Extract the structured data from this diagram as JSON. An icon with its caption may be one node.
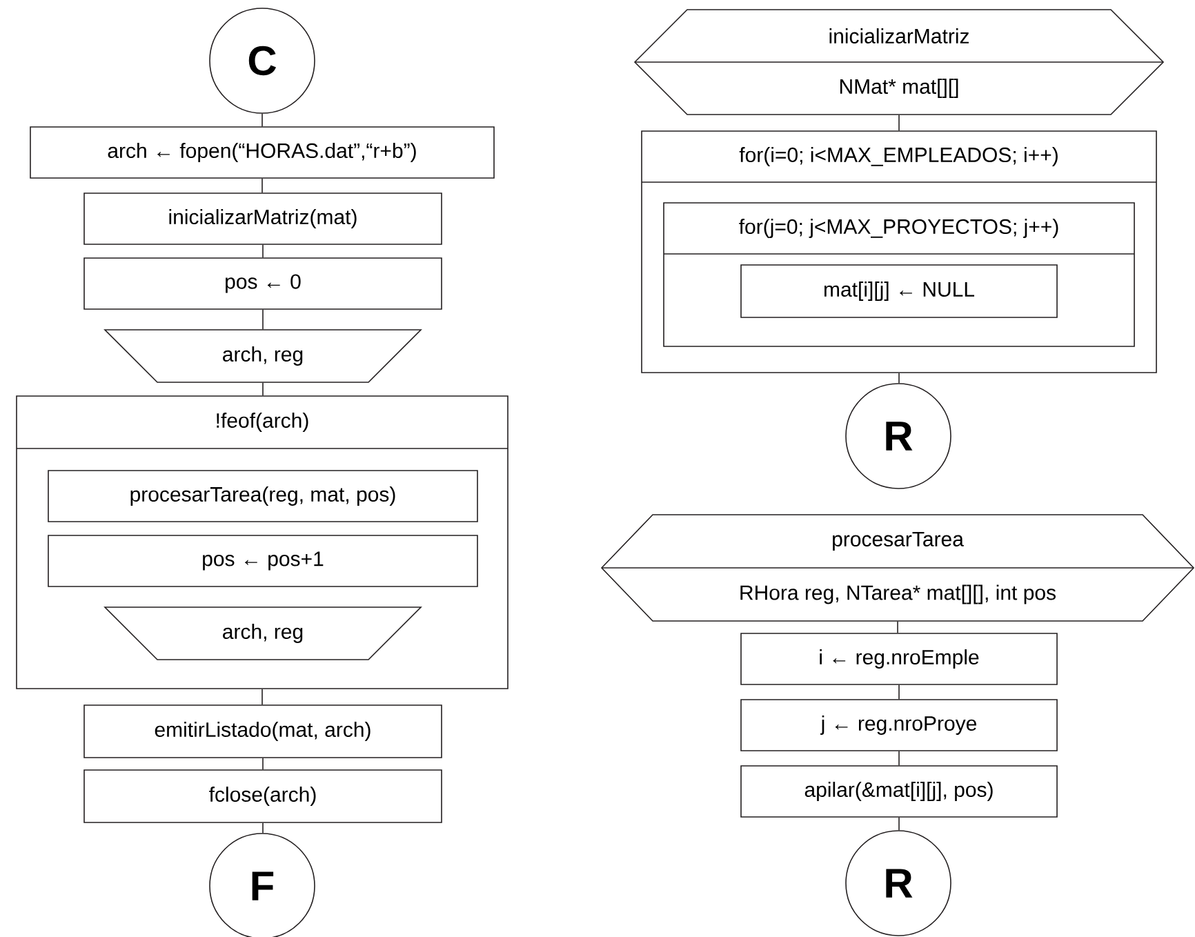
{
  "diagram": {
    "nodes": [
      {
        "text": [
          "C"
        ]
      },
      {
        "text": [
          "arch ← fopen(“HORAS.dat”,“r+b”)"
        ]
      },
      {
        "text": [
          "inicializarMatriz(mat)"
        ]
      },
      {
        "text": [
          "pos ← 0"
        ]
      },
      {
        "text": [
          "arch, reg"
        ]
      },
      {
        "text": [
          "!feof(arch)"
        ]
      },
      {
        "text": [
          "procesarTarea(reg, mat, pos)"
        ],
        "in": 5
      },
      {
        "text": [
          "pos ← pos+1"
        ],
        "in": 5
      },
      {
        "text": [
          "arch, reg"
        ],
        "in": 5
      },
      {
        "text": [
          "emitirListado(mat, arch)"
        ]
      },
      {
        "text": [
          "fclose(arch)"
        ]
      },
      {
        "text": [
          "F"
        ]
      },
      {
        "text": [
          "inicializarMatriz",
          "NMat* mat[][]"
        ]
      },
      {
        "text": [
          "for(i=0; i<MAX_EMPLEADOS; i++)"
        ]
      },
      {
        "text": [
          "for(j=0; j<MAX_PROYECTOS; j++)"
        ],
        "in": 13
      },
      {
        "text": [
          "mat[i][j] ← NULL"
        ],
        "in": 14
      },
      {
        "text": [
          "R"
        ]
      },
      {
        "text": [
          "procesarTarea",
          "RHora reg, NTarea* mat[][], int pos"
        ]
      },
      {
        "text": [
          "i ← reg.nroEmple"
        ]
      },
      {
        "text": [
          "j ← reg.nroProye"
        ]
      },
      {
        "text": [
          "apilar(&mat[i][j], pos)"
        ]
      },
      {
        "text": [
          "R"
        ]
      }
    ],
    "edges": [
      {
        "from": 0,
        "to": 1,
        "arrow": "none"
      },
      {
        "from": 1,
        "to": 2,
        "arrow": "none"
      },
      {
        "from": 2,
        "to": 3,
        "arrow": "none"
      },
      {
        "from": 3,
        "to": 4,
        "arrow": "none"
      },
      {
        "from": 4,
        "to": 5,
        "arrow": "none"
      },
      {
        "from": 5,
        "to": 9,
        "arrow": "none"
      },
      {
        "from": 9,
        "to": 10,
        "arrow": "none"
      },
      {
        "from": 10,
        "to": 11,
        "arrow": "none"
      },
      {
        "from": 12,
        "to": 13,
        "arrow": "none"
      },
      {
        "from": 13,
        "to": 16,
        "arrow": "none"
      },
      {
        "from": 17,
        "to": 18,
        "arrow": "none"
      },
      {
        "from": 18,
        "to": 19,
        "arrow": "none"
      },
      {
        "from": 19,
        "to": 20,
        "arrow": "none"
      },
      {
        "from": 20,
        "to": 21,
        "arrow": "none"
      }
    ]
  }
}
